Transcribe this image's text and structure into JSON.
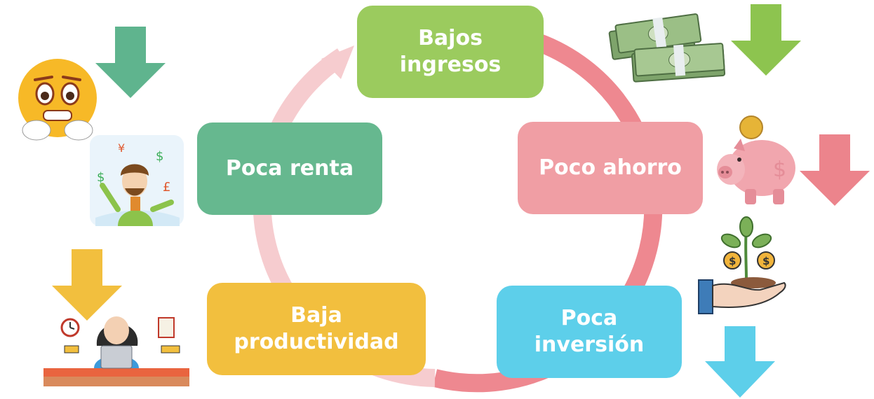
{
  "nodes": {
    "ingresos": {
      "label": "Bajos ingresos",
      "color": "#9BCB5E"
    },
    "ahorro": {
      "label": "Poco ahorro",
      "color": "#F09EA4"
    },
    "inversion": {
      "lines": [
        "Poca",
        "inversión"
      ],
      "color": "#5DCFEA"
    },
    "productividad": {
      "lines": [
        "Baja",
        "productividad"
      ],
      "color": "#F2BF3E"
    },
    "renta": {
      "label": "Poca renta",
      "color": "#66B88F"
    }
  },
  "cycle": {
    "color_right": "#EE8890",
    "color_left": "#F6CCCF"
  },
  "arrows": [
    {
      "name": "ingresos-down-arrow",
      "color": "#8DC44F"
    },
    {
      "name": "ahorro-down-arrow",
      "color": "#EC848C"
    },
    {
      "name": "inversion-down-arrow",
      "color": "#5DCFEA"
    },
    {
      "name": "productividad-down-arrow",
      "color": "#F2BF3E"
    },
    {
      "name": "renta-down-arrow",
      "color": "#5FB48E"
    }
  ],
  "icons": [
    "money-stack-icon",
    "piggy-bank-icon",
    "money-plant-hand-icon",
    "busy-worker-icon",
    "man-with-currency-icon",
    "worried-face-icon"
  ]
}
